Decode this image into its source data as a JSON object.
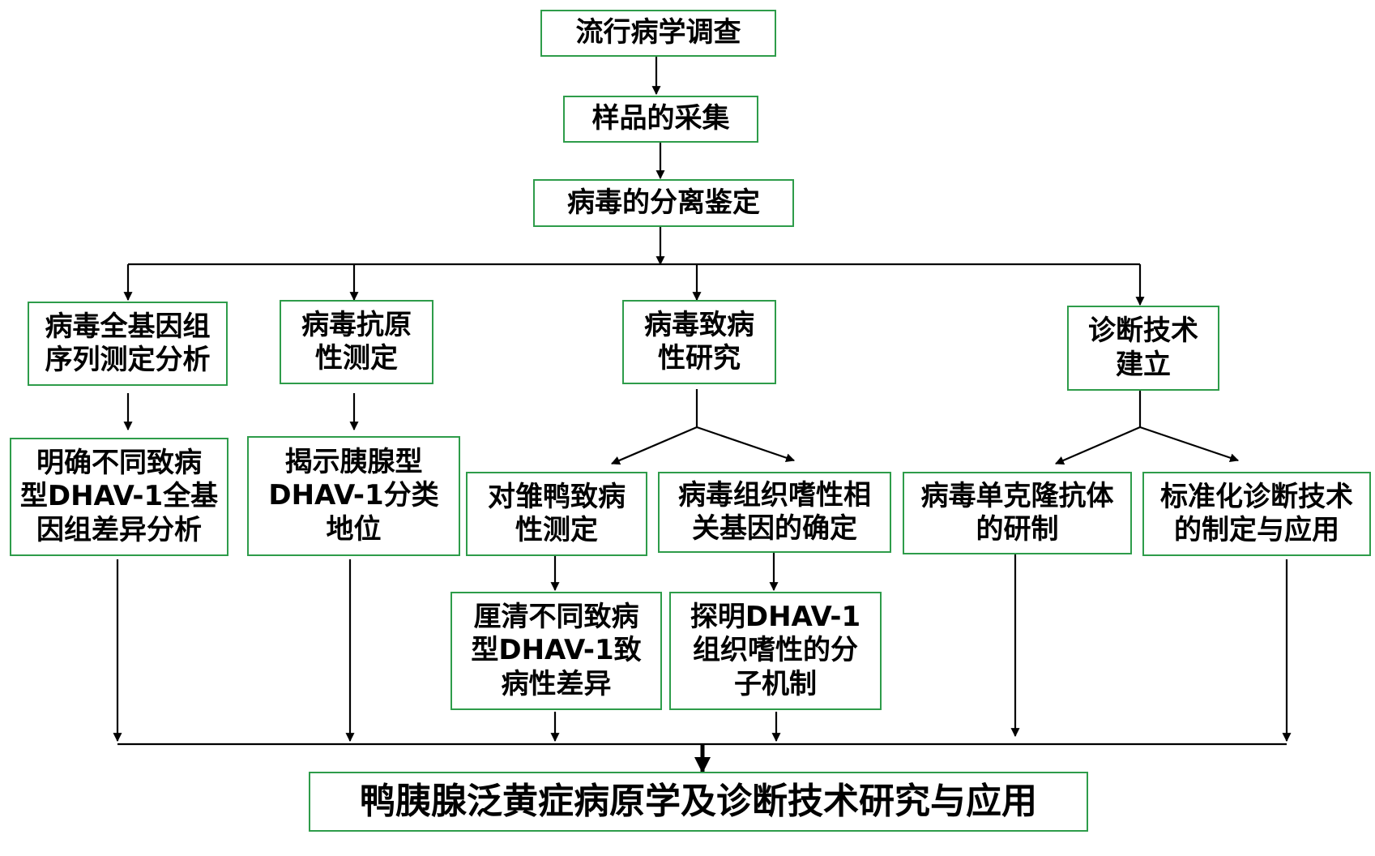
{
  "colors": {
    "box_border": "#2e9c4a",
    "line": "#000000",
    "text": "#000000"
  },
  "nodes": {
    "n1": "流行病学调查",
    "n2": "样品的采集",
    "n3": "病毒的分离鉴定",
    "a1": "病毒全基因组\n序列测定分析",
    "a2": "病毒抗原\n性测定",
    "a3": "病毒致病\n性研究",
    "a4": "诊断技术\n建立",
    "b1": "明确不同致病\n型DHAV-1全基\n因组差异分析",
    "b2": "揭示胰腺型\nDHAV-1分类\n地位",
    "c1": "对雏鸭致病\n性测定",
    "c2": "病毒组织嗜性相\n关基因的确定",
    "c3": "病毒单克隆抗体\n的研制",
    "c4": "标准化诊断技术\n的制定与应用",
    "d1": "厘清不同致病\n型DHAV-1致\n病性差异",
    "d2": "探明DHAV-1\n组织嗜性的分\n子机制",
    "final": "鸭胰腺泛黄症病原学及诊断技术研究与应用"
  }
}
